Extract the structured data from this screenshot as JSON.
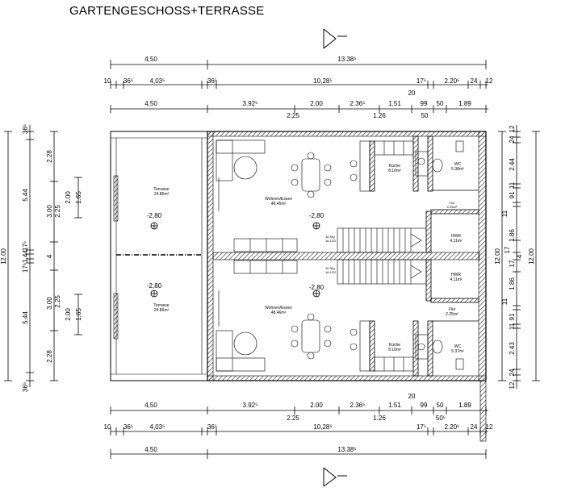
{
  "title": "GARTENGESCHOSS+TERRASSE",
  "dims": {
    "top_overall": [
      "4,50",
      "13.38⁵"
    ],
    "top_detail": [
      "10",
      "36⁵",
      "4,03⁵",
      "36⁵",
      "10,28⁵",
      "17⁵",
      "2.20⁵",
      "24",
      "12"
    ],
    "top_mid_20": "20",
    "top_rooms": [
      "4,50",
      "3.92⁵",
      "2.00",
      "2.36⁵",
      "1.51",
      "99",
      "50",
      "1.89"
    ],
    "top_rooms_sub": [
      "2.25",
      "1.26",
      "50"
    ],
    "bottom_rooms": [
      "4,50",
      "3.92⁵",
      "2.00",
      "2.36⁵",
      "1.51",
      "99",
      "50",
      "1.89"
    ],
    "bottom_rooms_sub": [
      "2.25",
      "1.26",
      "50⁵"
    ],
    "bottom_20": "20",
    "bottom_detail": [
      "10",
      "36⁵",
      "4,03⁵",
      "36⁵",
      "10,28⁵",
      "17⁵",
      "2.20⁵",
      "24",
      "12"
    ],
    "bottom_overall": [
      "4,50",
      "13.38⁵"
    ],
    "left_overall": "12.00",
    "left_chain": [
      "36⁵",
      "5.44",
      "17⁵",
      "1.44",
      "17⁵",
      "5.44",
      "36⁵"
    ],
    "left_chain_b": [
      "2.28",
      "3.00",
      "2.25",
      "4",
      "2.25",
      "3.00",
      "2.28"
    ],
    "left_openings": [
      "2.00",
      "1.65",
      "2.00",
      "1.65"
    ],
    "right_overall": [
      "12.00",
      "12.00"
    ],
    "right_chain": [
      "12",
      "24",
      "2.44",
      "11",
      "91",
      "11",
      "1.86",
      "17",
      "17",
      "1.86",
      "11",
      "91",
      "11",
      "2.43",
      "24",
      "12"
    ],
    "right_4": "4"
  },
  "rooms": {
    "terrace_top": {
      "name": "Terrasse",
      "area": "24.86m²",
      "level": "-2,80"
    },
    "terrace_bottom": {
      "name": "Terrasse",
      "area": "24.86m²",
      "level": "-2,80"
    },
    "living_top": {
      "name": "Wohnen/Essen",
      "area": "48.45m²",
      "level": "-2,80"
    },
    "living_bottom": {
      "name": "Wohnen/Essen",
      "area": "48.46m²",
      "level": "-2,80"
    },
    "kitchen_top": {
      "name": "Küche",
      "area": "8.10m²"
    },
    "kitchen_bottom": {
      "name": "Küche",
      "area": "8.10m²"
    },
    "wc_top": {
      "name": "WC",
      "area": "5.38m²"
    },
    "wc_bottom": {
      "name": "WC",
      "area": "5.37m²"
    },
    "hwr_top": {
      "name": "HWR",
      "area": "4.11m²"
    },
    "hwr_bottom": {
      "name": "HWR",
      "area": "4.11m²"
    },
    "flur_top": {
      "name": "Flur",
      "area": "2.25m²"
    },
    "flur_bottom": {
      "name": "Flur",
      "area": "2.25m²"
    }
  },
  "stairs": {
    "top": [
      "16 Stg",
      "16.1/22"
    ],
    "bottom": [
      "16 Stg",
      "16.1/22"
    ]
  }
}
